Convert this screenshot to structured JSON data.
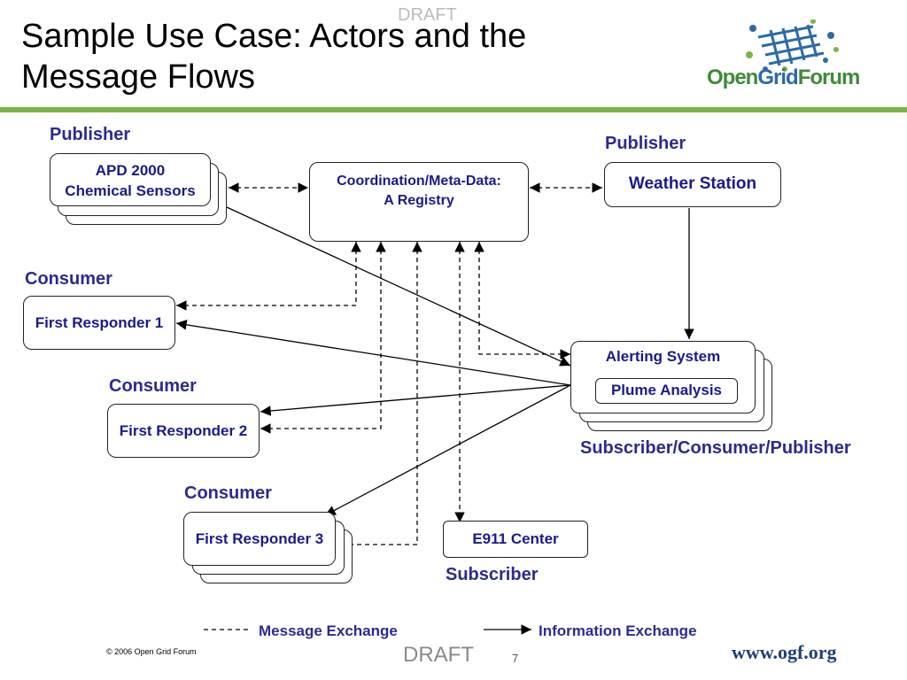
{
  "slide": {
    "title_line1": "Sample Use Case: Actors and the",
    "title_line2": "Message Flows",
    "draft_label": "DRAFT",
    "copyright": "© 2006 Open Grid Forum",
    "page_number": "7",
    "website": "www.ogf.org",
    "logo": {
      "part1": "Open",
      "part2": "Grid",
      "part3": "Forum"
    },
    "accent_color": "#7ab648"
  },
  "roles": {
    "publisher_left": "Publisher",
    "publisher_right": "Publisher",
    "consumer_1": "Consumer",
    "consumer_2": "Consumer",
    "consumer_3": "Consumer",
    "subscriber_consumer_publisher": "Subscriber/Consumer/Publisher",
    "subscriber": "Subscriber"
  },
  "nodes": {
    "sensors": {
      "line1": "APD 2000",
      "line2": "Chemical Sensors"
    },
    "registry": {
      "line1": "Coordination/Meta-Data:",
      "line2": "A Registry"
    },
    "weather": "Weather Station",
    "responder1": "First Responder 1",
    "responder2": "First Responder 2",
    "responder3": "First Responder 3",
    "alerting": "Alerting System",
    "plume": "Plume Analysis",
    "e911": "E911 Center"
  },
  "legend": {
    "message_exchange": "Message Exchange",
    "information_exchange": "Information Exchange"
  }
}
